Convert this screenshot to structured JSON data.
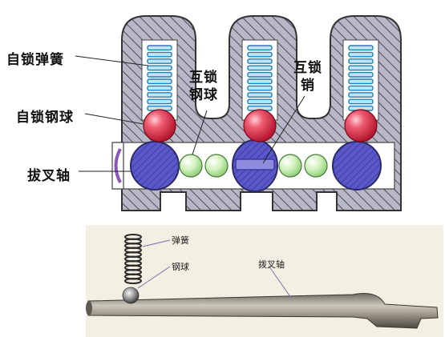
{
  "top_labels": {
    "self_lock_spring": "自锁弹簧",
    "self_lock_ball": "自锁钢球",
    "fork_shaft": "拔叉轴",
    "interlock_ball": "互锁\n钢球",
    "interlock_pin": "互锁\n销"
  },
  "photo_labels": {
    "spring": "弹簧",
    "ball": "钢球",
    "fork_shaft": "拨叉轴"
  },
  "colors": {
    "housing": "#b7b7c7",
    "hatch": "#333333",
    "spring": "#3ba8d8",
    "red_ball": "#e3374f",
    "green_ball": "#c9efb3",
    "shaft_ball": "#5a58c9",
    "pin": "#7a77d8",
    "detent": "#8a55b8"
  }
}
